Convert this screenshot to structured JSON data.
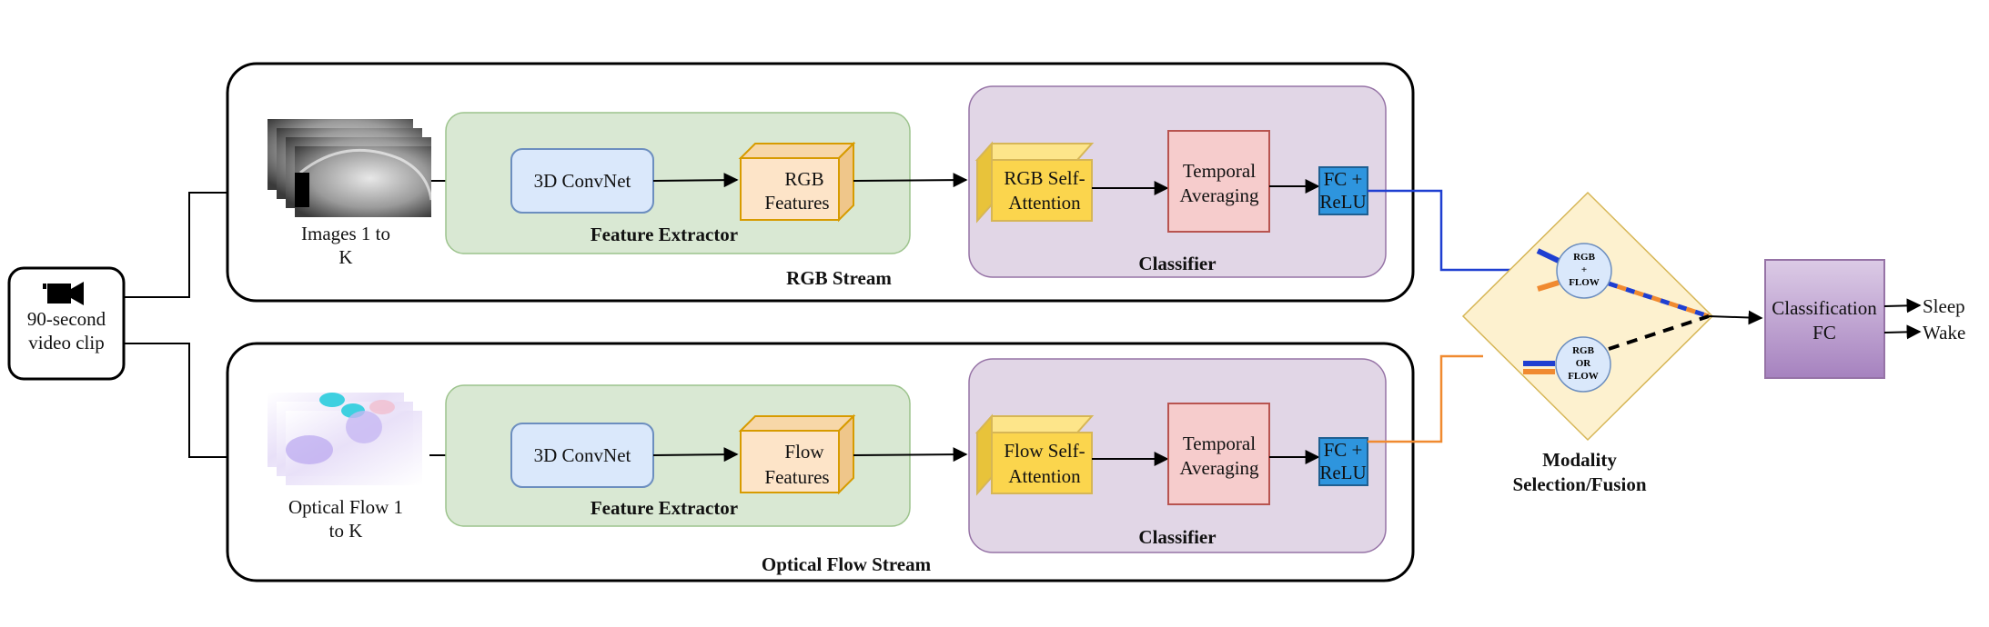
{
  "input": {
    "label_line1": "90-second",
    "label_line2": "video clip",
    "icon": "video-camera-icon"
  },
  "rgb_stream": {
    "title": "RGB Stream",
    "images_label_line1": "Images 1 to",
    "images_label_line2": "K",
    "feature_extractor": {
      "title": "Feature Extractor",
      "convnet": "3D ConvNet",
      "features_line1": "RGB",
      "features_line2": "Features"
    },
    "classifier": {
      "title": "Classifier",
      "attention_line1": "RGB Self-",
      "attention_line2": "Attention",
      "averaging_line1": "Temporal",
      "averaging_line2": "Averaging",
      "fc_line1": "FC +",
      "fc_line2": "ReLU"
    }
  },
  "flow_stream": {
    "title": "Optical Flow Stream",
    "images_label_line1": "Optical Flow 1",
    "images_label_line2": "to K",
    "feature_extractor": {
      "title": "Feature Extractor",
      "convnet": "3D ConvNet",
      "features_line1": "Flow",
      "features_line2": "Features"
    },
    "classifier": {
      "title": "Classifier",
      "attention_line1": "Flow Self-",
      "attention_line2": "Attention",
      "averaging_line1": "Temporal",
      "averaging_line2": "Averaging",
      "fc_line1": "FC +",
      "fc_line2": "ReLU"
    }
  },
  "fusion": {
    "title_line1": "Modality",
    "title_line2": "Selection/Fusion",
    "option_a": [
      "RGB",
      "+",
      "FLOW"
    ],
    "option_b": [
      "RGB",
      "OR",
      "FLOW"
    ]
  },
  "output": {
    "fc_line1": "Classification",
    "fc_line2": "FC",
    "classes": [
      "Sleep",
      "Wake"
    ]
  },
  "colors": {
    "rgb_line": "#1f3fd1",
    "flow_line": "#f08a30",
    "feature_extractor_bg": "#d9e8d3",
    "classifier_bg": "#e1d6e6",
    "convnet_bg": "#dae8fb",
    "features_bg": "#fde4c8",
    "attention_bg": "#fbd54d",
    "averaging_bg": "#f6cccc",
    "fc_bg": "#2e95de",
    "fusion_bg": "#fdf1cf",
    "output_bg": "#b394c7"
  }
}
